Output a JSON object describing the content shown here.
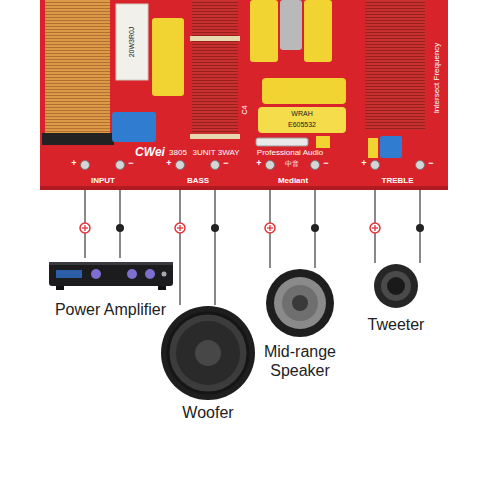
{
  "diagram": {
    "nodes": [
      {
        "text": [
          "INPUT"
        ]
      },
      {
        "text": [
          "BASS"
        ]
      },
      {
        "text": [
          "Mediant"
        ]
      },
      {
        "text": [
          "TREBLE"
        ]
      },
      {
        "text": [
          "Power Amplifier"
        ]
      },
      {
        "text": [
          "Woofer"
        ]
      },
      {
        "text": [
          "Mid-range Speaker"
        ]
      },
      {
        "text": [
          "Tweeter"
        ]
      }
    ],
    "edges": [
      {
        "from": 0,
        "to": 4,
        "arrow": "none"
      },
      {
        "from": 0,
        "to": 4,
        "arrow": "none"
      },
      {
        "from": 1,
        "to": 5,
        "arrow": "none"
      },
      {
        "from": 1,
        "to": 5,
        "arrow": "none"
      },
      {
        "from": 2,
        "to": 6,
        "arrow": "none"
      },
      {
        "from": 2,
        "to": 6,
        "arrow": "none"
      },
      {
        "from": 3,
        "to": 7,
        "arrow": "none"
      },
      {
        "from": 3,
        "to": 7,
        "arrow": "none"
      }
    ],
    "labels": [
      "CWei",
      "3805",
      "3UNIT 3WAY",
      "Professional Audio",
      "中音",
      "20W3R0J",
      "C4",
      "WRAH",
      "E605532",
      "Intersect Frequency",
      "+",
      "−",
      "+",
      "−",
      "+",
      "−",
      "+",
      "−"
    ]
  }
}
